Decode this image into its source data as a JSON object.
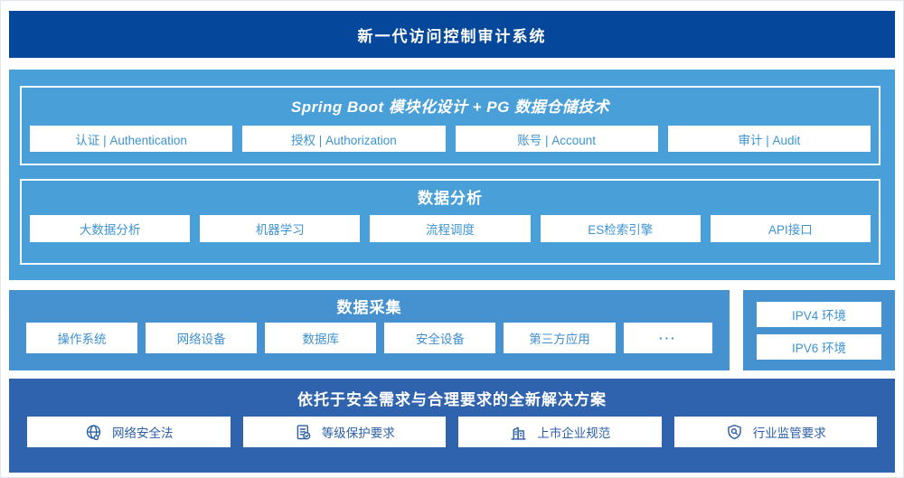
{
  "header": {
    "title": "新一代访问控制审计系统"
  },
  "colors": {
    "top_bar": "#05479B",
    "platform_panel": "#49A0D8",
    "collect_panel": "#4691CF",
    "solution_panel": "#2F63AE",
    "cell_text": "#3E94D1",
    "solution_text": "#2B5FA8"
  },
  "platform": {
    "spring": {
      "title": "Spring Boot 模块化设计 + PG 数据仓储技术",
      "cells": [
        "认证 | Authentication",
        "授权 | Authorization",
        "账号 | Account",
        "审计 | Audit"
      ]
    },
    "analysis": {
      "title": "数据分析",
      "cells": [
        "大数据分析",
        "机器学习",
        "流程调度",
        "ES检索引擎",
        "API接口"
      ]
    }
  },
  "collection": {
    "title": "数据采集",
    "cells": [
      "操作系统",
      "网络设备",
      "数据库",
      "安全设备",
      "第三方应用",
      "···"
    ]
  },
  "network": {
    "cells": [
      "IPV4 环境",
      "IPV6 环境"
    ]
  },
  "solution": {
    "title": "依托于安全需求与合理要求的全新解决方案",
    "cells": [
      {
        "icon": "globe-icon",
        "label": "网络安全法"
      },
      {
        "icon": "document-check-icon",
        "label": "等级保护要求"
      },
      {
        "icon": "building-icon",
        "label": "上市企业规范"
      },
      {
        "icon": "shield-search-icon",
        "label": "行业监管要求"
      }
    ]
  }
}
